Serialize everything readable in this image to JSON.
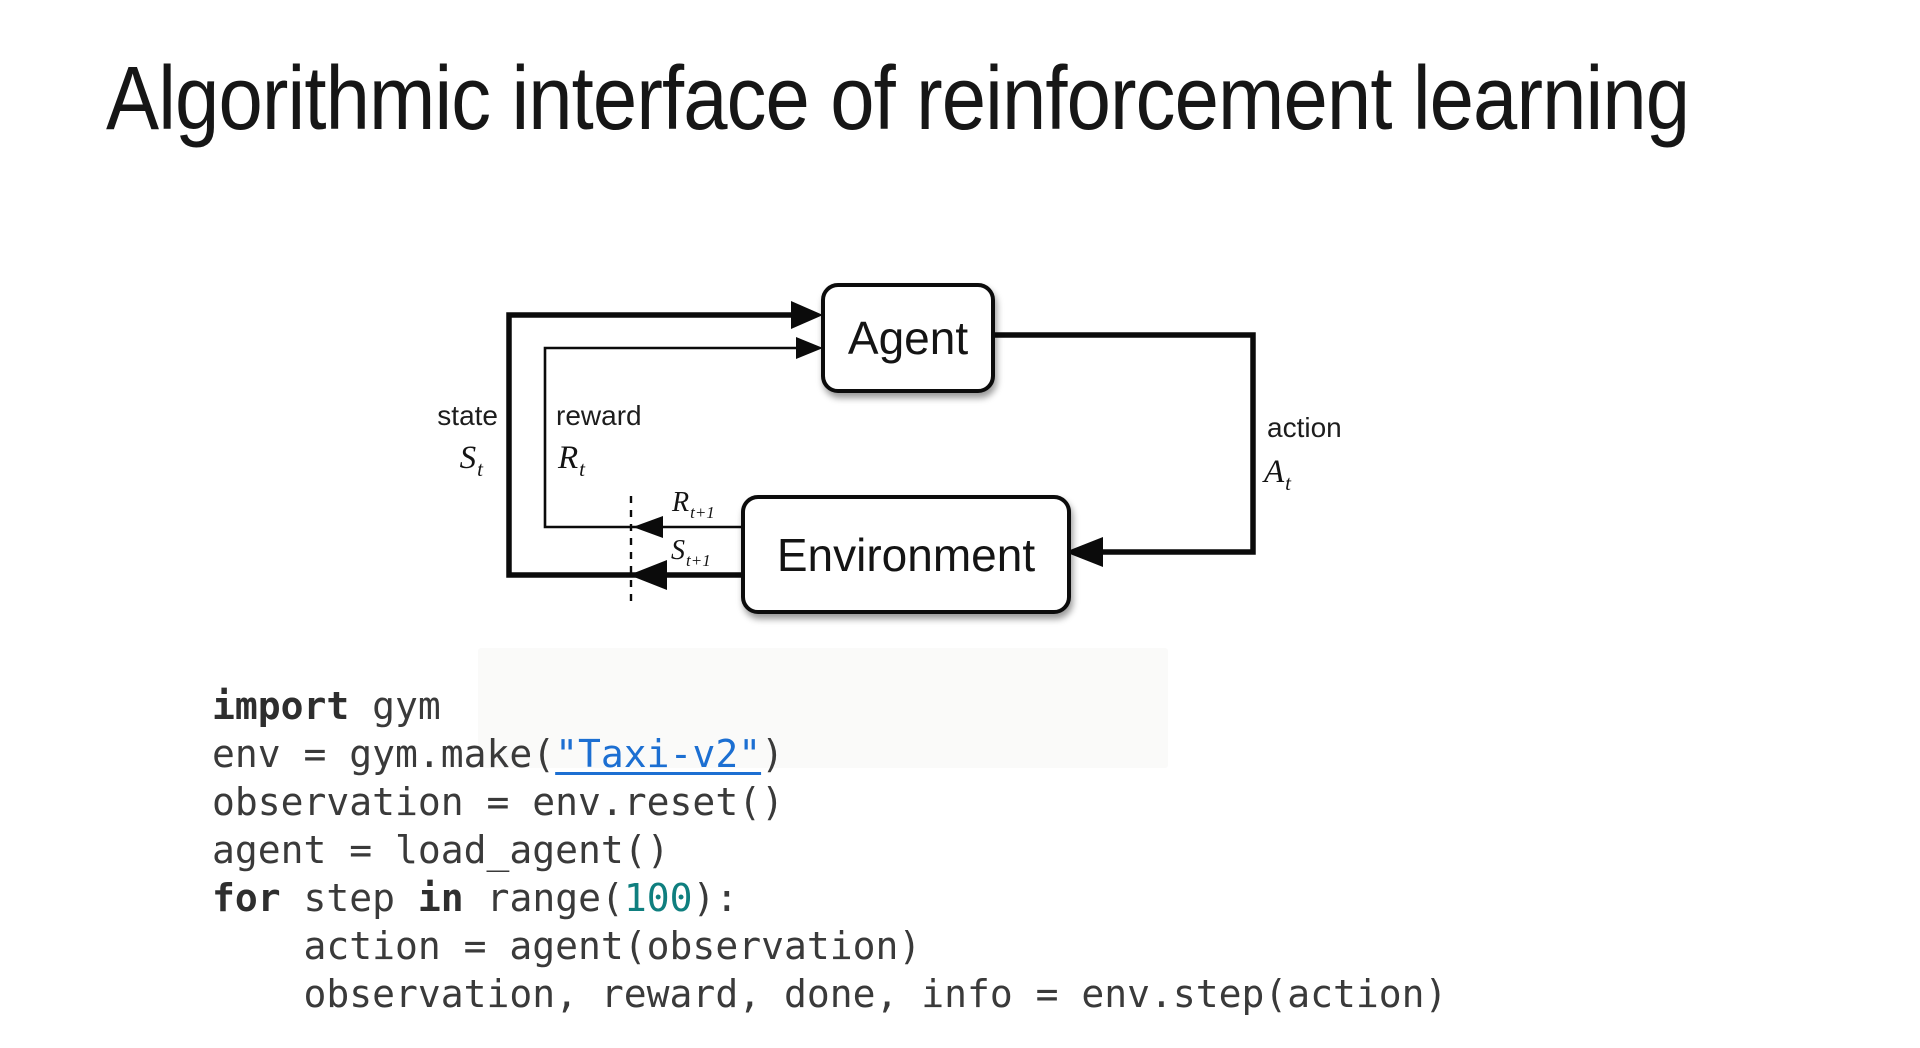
{
  "title": "Algorithmic interface of reinforcement learning",
  "diagram": {
    "agent_label": "Agent",
    "environment_label": "Environment",
    "state_label": "state",
    "state_symbol": {
      "main": "S",
      "sub": "t"
    },
    "reward_label": "reward",
    "reward_symbol": {
      "main": "R",
      "sub": "t"
    },
    "action_label": "action",
    "action_symbol": {
      "main": "A",
      "sub": "t"
    },
    "next_reward_symbol": {
      "main": "R",
      "sub": "t+1"
    },
    "next_state_symbol": {
      "main": "S",
      "sub": "t+1"
    },
    "line_color": "#0b0b0b"
  },
  "code": {
    "colors": {
      "text": "#3a3a3a",
      "keyword": "#2e2e2e",
      "string_link": "#1c6fd2",
      "number": "#0f7f7f"
    },
    "lines": [
      [
        {
          "t": "k",
          "v": "import"
        },
        {
          "t": "p",
          "v": " gym"
        }
      ],
      [
        {
          "t": "p",
          "v": "env = gym.make("
        },
        {
          "t": "s",
          "v": "\"Taxi-v2\""
        },
        {
          "t": "p",
          "v": ")"
        }
      ],
      [
        {
          "t": "p",
          "v": "observation = env.reset()"
        }
      ],
      [
        {
          "t": "p",
          "v": "agent = load_agent()"
        }
      ],
      [
        {
          "t": "k",
          "v": "for"
        },
        {
          "t": "p",
          "v": " step "
        },
        {
          "t": "k",
          "v": "in"
        },
        {
          "t": "p",
          "v": " range("
        },
        {
          "t": "n",
          "v": "100"
        },
        {
          "t": "p",
          "v": "):"
        }
      ],
      [
        {
          "t": "p",
          "v": "    action = agent(observation)"
        }
      ],
      [
        {
          "t": "p",
          "v": "    observation, reward, done, info = env.step(action)"
        }
      ]
    ]
  }
}
